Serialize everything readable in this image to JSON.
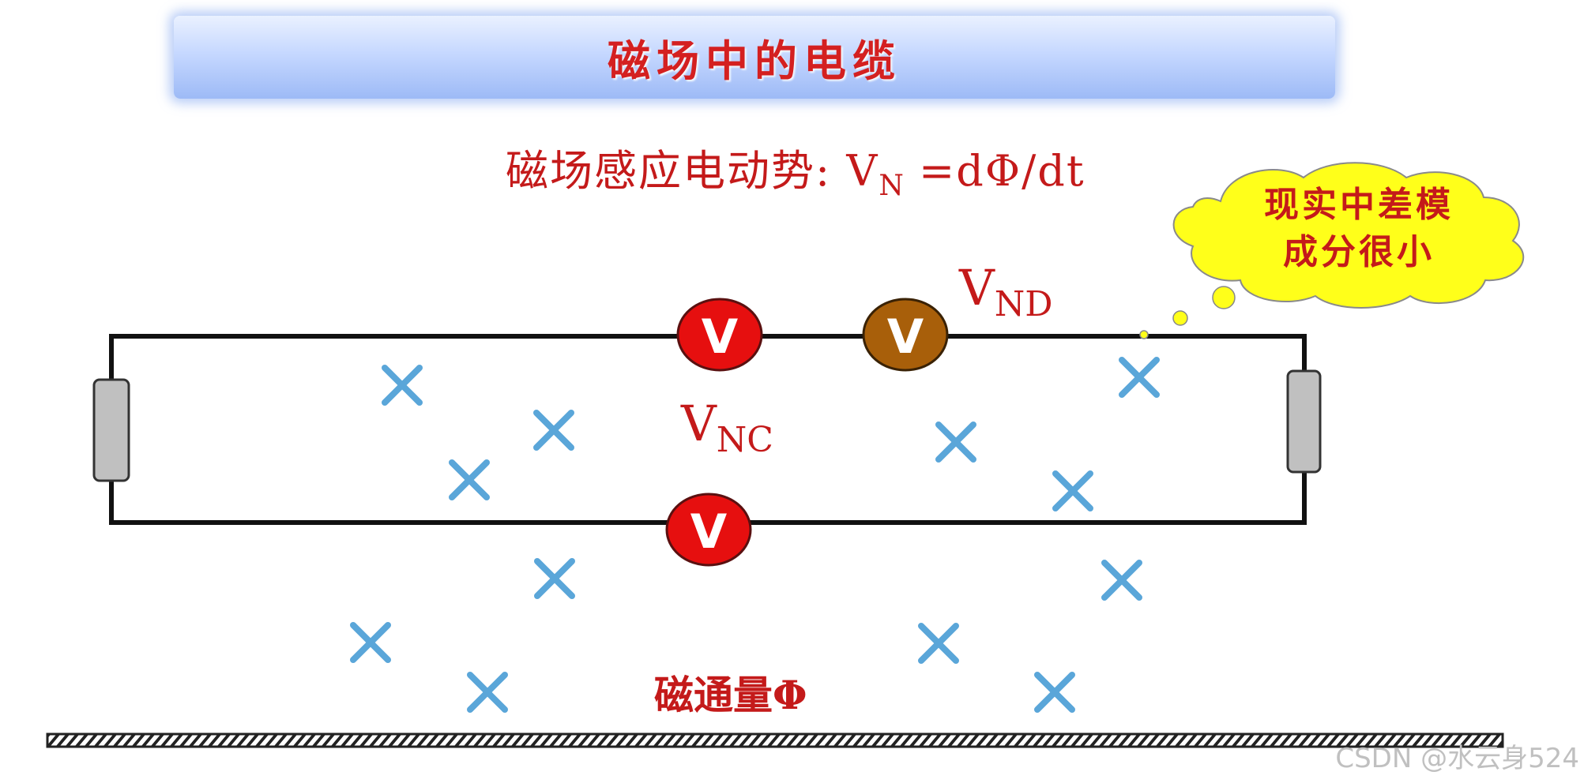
{
  "title": "磁场中的电缆",
  "formula": {
    "prefix": "磁场感应电动势: V",
    "sub": "N",
    "suffix": " =dΦ/dt"
  },
  "labels": {
    "vnd_main": "V",
    "vnd_sub": "ND",
    "vnc_main": "V",
    "vnc_sub": "NC",
    "flux": "磁通量Φ"
  },
  "cloud": {
    "line1": "现实中差模",
    "line2": "成分很小"
  },
  "meters": {
    "top_left": "V",
    "top_right": "V",
    "bottom": "V"
  },
  "watermark": "CSDN @水云身524",
  "colors": {
    "meter_red": "#e60f0f",
    "meter_brown": "#a85f0a",
    "cross_blue": "#5aa6d9",
    "cloud_yellow": "#ffff1a",
    "text_red": "#c41a1a"
  }
}
